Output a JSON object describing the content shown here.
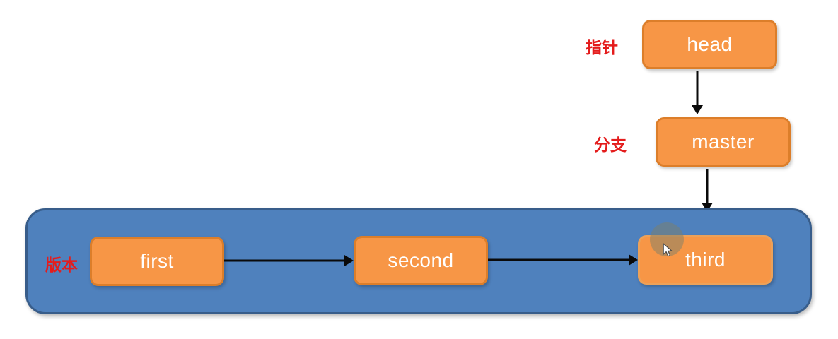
{
  "diagram": {
    "labels": {
      "pointer": "指针",
      "branch": "分支",
      "version": "版本"
    },
    "nodes": {
      "head": "head",
      "master": "master",
      "first": "first",
      "second": "second",
      "third": "third"
    },
    "colors": {
      "node_fill": "#F79646",
      "node_border": "#DC7E2A",
      "node_border_light": "#ECA159",
      "container_fill": "#4F81BD",
      "container_border": "#385D8A",
      "label_red": "#E41C1C",
      "arrow": "#0A0A0A",
      "text_white": "#FFFFFF"
    }
  }
}
